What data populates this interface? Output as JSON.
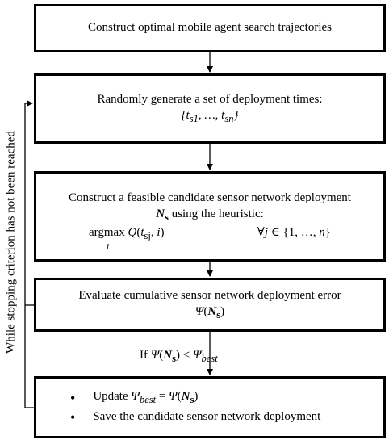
{
  "steps": {
    "construct_trajectories": "Construct optimal mobile agent search trajectories",
    "generate_times": {
      "line1": "Randomly generate a set of deployment times:",
      "formula": "{t_s1, …, t_sn}"
    },
    "construct_deployment": {
      "line1": "Construct a feasible candidate sensor network deployment",
      "line2_symbol": "N_s",
      "line2_text": " using the heuristic:",
      "argmax": "argmax",
      "argmax_sub": "i",
      "objective": "Q(t_sj, i)",
      "constraint": "∀j ∈ {1, …, n}"
    },
    "evaluate_error": {
      "line1": "Evaluate cumulative sensor network deployment error",
      "formula": "Ψ(N_s)"
    },
    "update": {
      "bullet1": "Update Ψ_best = Ψ(N_s)",
      "bullet2": "Save the candidate sensor network deployment"
    }
  },
  "condition_label": "If Ψ(N_s) < Ψ_best",
  "loop_label": "While stopping criterion has not been reached"
}
